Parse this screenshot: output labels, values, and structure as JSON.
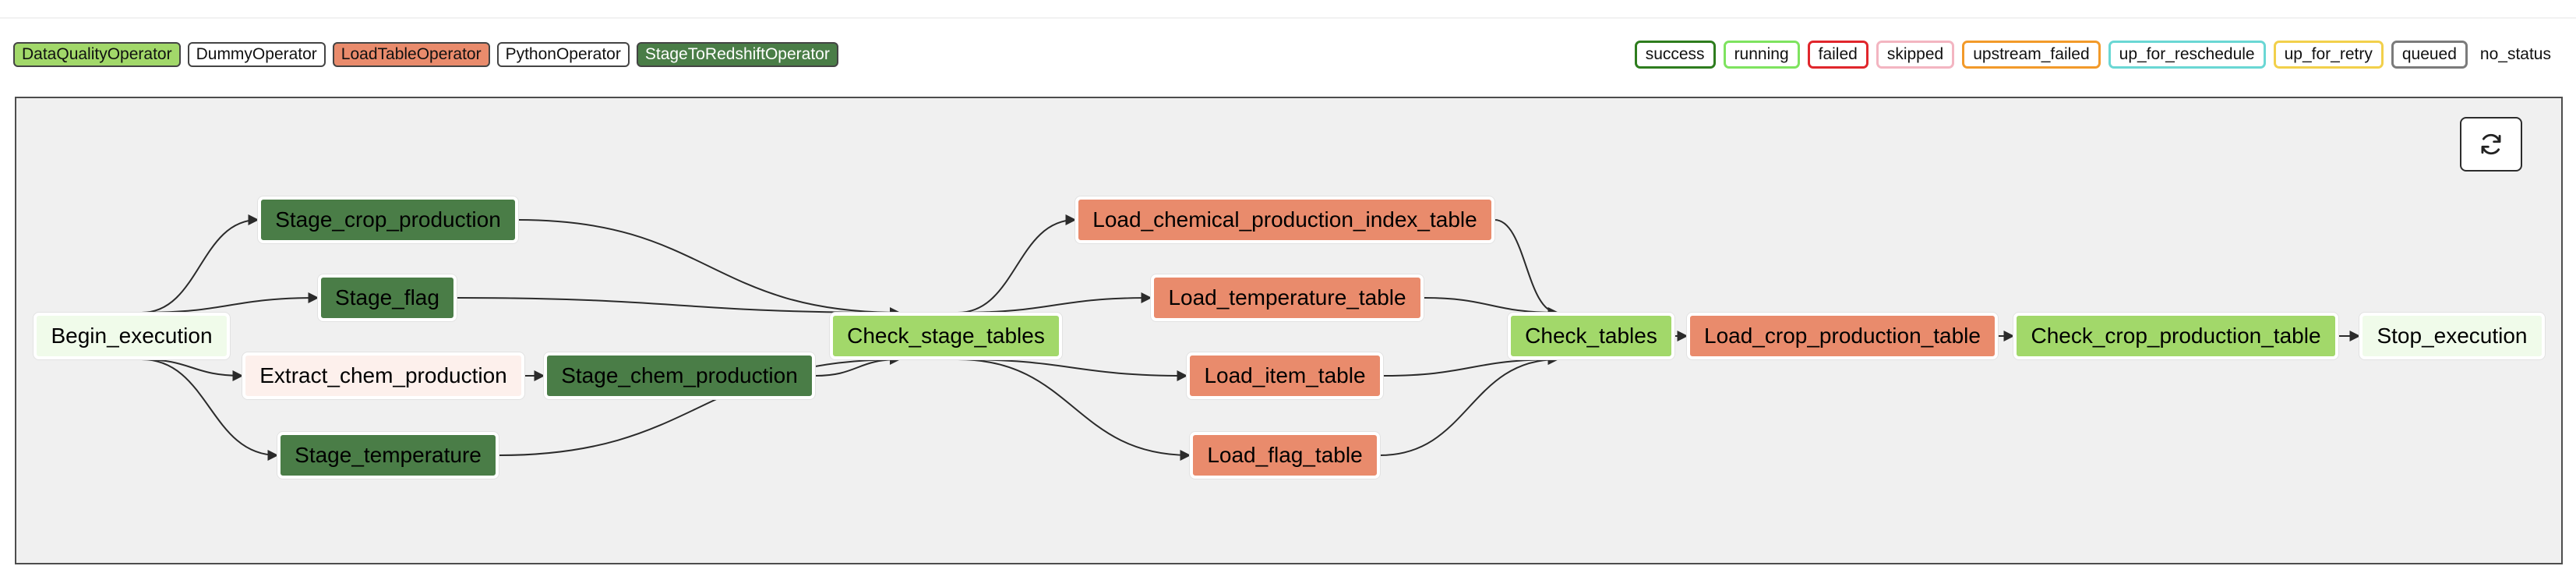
{
  "operator_legend": [
    {
      "label": "DataQualityOperator",
      "color": "#a2d86a",
      "text_color": "#111111"
    },
    {
      "label": "DummyOperator",
      "color": "#ffffff",
      "text_color": "#111111"
    },
    {
      "label": "LoadTableOperator",
      "color": "#e98b6c",
      "text_color": "#111111"
    },
    {
      "label": "PythonOperator",
      "color": "#ffffff",
      "text_color": "#111111"
    },
    {
      "label": "StageToRedshiftOperator",
      "color": "#4a7d47",
      "text_color": "#ffffff"
    }
  ],
  "state_legend": [
    {
      "label": "success",
      "border": "#2e7d1e"
    },
    {
      "label": "running",
      "border": "#7ee35f"
    },
    {
      "label": "failed",
      "border": "#e0262c"
    },
    {
      "label": "skipped",
      "border": "#f3b5c1"
    },
    {
      "label": "upstream_failed",
      "border": "#f29a2a"
    },
    {
      "label": "up_for_reschedule",
      "border": "#6ad7d4"
    },
    {
      "label": "up_for_retry",
      "border": "#f2d04b"
    },
    {
      "label": "queued",
      "border": "#7b7b7b"
    },
    {
      "label": "no_status",
      "border": ""
    }
  ],
  "colors": {
    "dummy_fill": "#f0fbea",
    "python_fill": "#fdf0ec",
    "stage_fill": "#4a7d47",
    "load_fill": "#e98b6c",
    "quality_fill": "#a2d86a",
    "edge": "#2b2b2b",
    "panel_bg": "#f0f0f0"
  },
  "graph": {
    "refresh_icon": "refresh-icon",
    "nodes": [
      {
        "id": "begin",
        "label": "Begin_execution",
        "op": "DummyOperator"
      },
      {
        "id": "stage_crop",
        "label": "Stage_crop_production",
        "op": "StageToRedshiftOperator"
      },
      {
        "id": "stage_flag",
        "label": "Stage_flag",
        "op": "StageToRedshiftOperator"
      },
      {
        "id": "extract_chem",
        "label": "Extract_chem_production",
        "op": "PythonOperator"
      },
      {
        "id": "stage_chem",
        "label": "Stage_chem_production",
        "op": "StageToRedshiftOperator"
      },
      {
        "id": "stage_temp",
        "label": "Stage_temperature",
        "op": "StageToRedshiftOperator"
      },
      {
        "id": "check_stage",
        "label": "Check_stage_tables",
        "op": "DataQualityOperator"
      },
      {
        "id": "load_chem_idx",
        "label": "Load_chemical_production_index_table",
        "op": "LoadTableOperator"
      },
      {
        "id": "load_temp",
        "label": "Load_temperature_table",
        "op": "LoadTableOperator"
      },
      {
        "id": "load_item",
        "label": "Load_item_table",
        "op": "LoadTableOperator"
      },
      {
        "id": "load_flag",
        "label": "Load_flag_table",
        "op": "LoadTableOperator"
      },
      {
        "id": "check_tables",
        "label": "Check_tables",
        "op": "DataQualityOperator"
      },
      {
        "id": "load_crop",
        "label": "Load_crop_production_table",
        "op": "LoadTableOperator"
      },
      {
        "id": "check_crop",
        "label": "Check_crop_production_table",
        "op": "DataQualityOperator"
      },
      {
        "id": "stop",
        "label": "Stop_execution",
        "op": "DummyOperator"
      }
    ],
    "edges": [
      [
        "begin",
        "stage_crop"
      ],
      [
        "begin",
        "stage_flag"
      ],
      [
        "begin",
        "extract_chem"
      ],
      [
        "begin",
        "stage_temp"
      ],
      [
        "extract_chem",
        "stage_chem"
      ],
      [
        "stage_crop",
        "check_stage"
      ],
      [
        "stage_flag",
        "check_stage"
      ],
      [
        "stage_chem",
        "check_stage"
      ],
      [
        "stage_temp",
        "check_stage"
      ],
      [
        "check_stage",
        "load_chem_idx"
      ],
      [
        "check_stage",
        "load_temp"
      ],
      [
        "check_stage",
        "load_item"
      ],
      [
        "check_stage",
        "load_flag"
      ],
      [
        "load_chem_idx",
        "check_tables"
      ],
      [
        "load_temp",
        "check_tables"
      ],
      [
        "load_item",
        "check_tables"
      ],
      [
        "load_flag",
        "check_tables"
      ],
      [
        "check_tables",
        "load_crop"
      ],
      [
        "load_crop",
        "check_crop"
      ],
      [
        "check_crop",
        "stop"
      ]
    ]
  }
}
